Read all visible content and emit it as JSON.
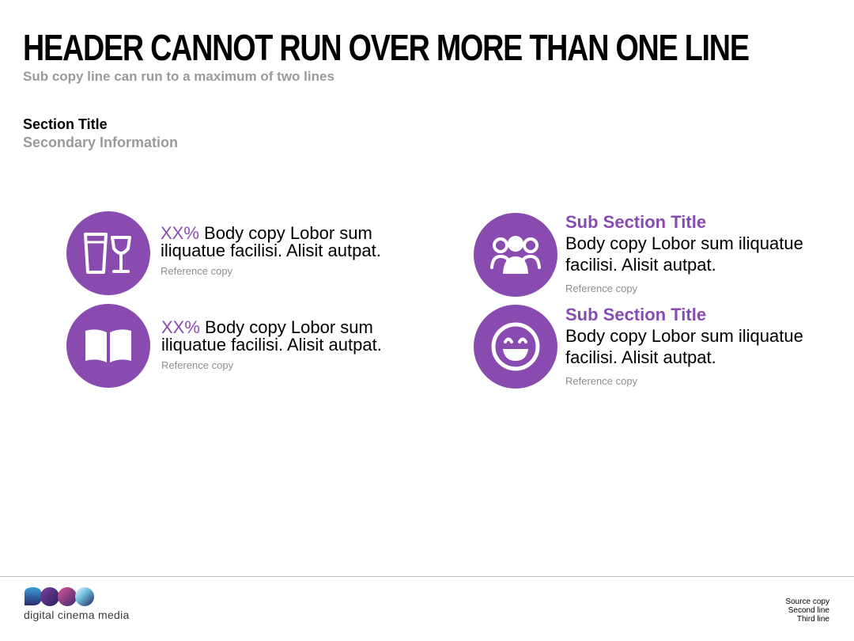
{
  "header": {
    "title": "HEADER CANNOT RUN OVER MORE THAN ONE LINE",
    "subcopy": "Sub copy line can run to a maximum of two lines"
  },
  "section": {
    "title": "Section Title",
    "secondary": "Secondary Information"
  },
  "stats": [
    {
      "icon": "drinks-icon",
      "percent": "XX%",
      "line1": " Body copy Lobor sum",
      "line2": "iliquatue facilisi. Alisit autpat.",
      "reference": "Reference copy"
    },
    {
      "icon": "book-icon",
      "percent": "XX%",
      "line1": " Body copy Lobor sum",
      "line2": "iliquatue facilisi. Alisit autpat.",
      "reference": "Reference copy"
    }
  ],
  "subsections": [
    {
      "icon": "group-icon",
      "title": "Sub Section Title",
      "line1": "Body copy Lobor sum iliquatue",
      "line2": "facilisi. Alisit autpat.",
      "reference": "Reference copy"
    },
    {
      "icon": "smiley-icon",
      "title": "Sub Section Title",
      "line1": "Body copy Lobor sum iliquatue",
      "line2": "facilisi. Alisit autpat.",
      "reference": "Reference copy"
    }
  ],
  "footer": {
    "brand": "digital cinema media",
    "source": [
      "Source copy",
      "Second line",
      "Third line"
    ]
  },
  "colors": {
    "accent": "#8a4bb1",
    "grey_text": "#9a9a9a"
  }
}
